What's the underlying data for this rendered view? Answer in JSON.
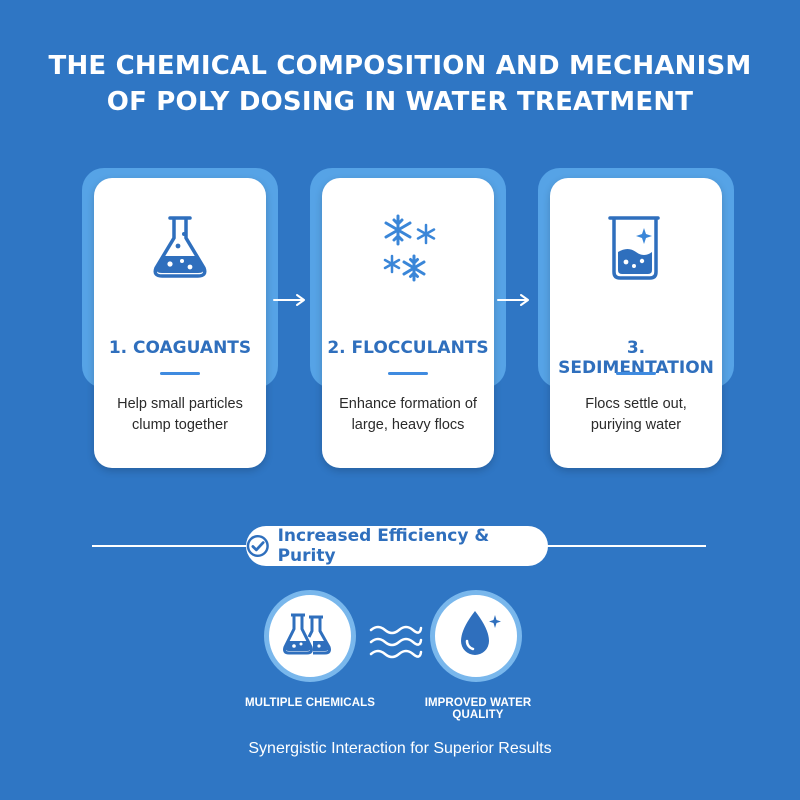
{
  "title": {
    "line1": "THE CHEMICAL COMPOSITION AND MECHANISM",
    "line2": "OF POLY DOSING IN WATER TREATMENT"
  },
  "steps": [
    {
      "label": "1. COAGUANTS",
      "desc_line1": "Help small particles",
      "desc_line2": "clump together",
      "icon": "flask-icon"
    },
    {
      "label": "2. FLOCCULANTS",
      "desc_line1": "Enhance formation of",
      "desc_line2": "large, heavy flocs",
      "icon": "snowflakes-icon"
    },
    {
      "label": "3. SEDIMENTATION",
      "desc_line1": "Flocs settle out,",
      "desc_line2": "puriying water",
      "icon": "beaker-icon"
    }
  ],
  "banner": {
    "text": "Increased Efficiency & Purity",
    "icon": "check-circle-icon"
  },
  "bottom": {
    "left_caption": "MULTIPLE CHEMICALS",
    "right_caption": "IMPROVED WATER QUALITY",
    "left_icon": "flasks-icon",
    "right_icon": "water-drop-icon",
    "middle_icon": "waves-icon"
  },
  "footer": "Synergistic Interaction for Superior Results",
  "colors": {
    "background": "#2f76c4",
    "accent": "#3f8be0",
    "label": "#2f6fbd",
    "halo": "#56a3e6"
  }
}
